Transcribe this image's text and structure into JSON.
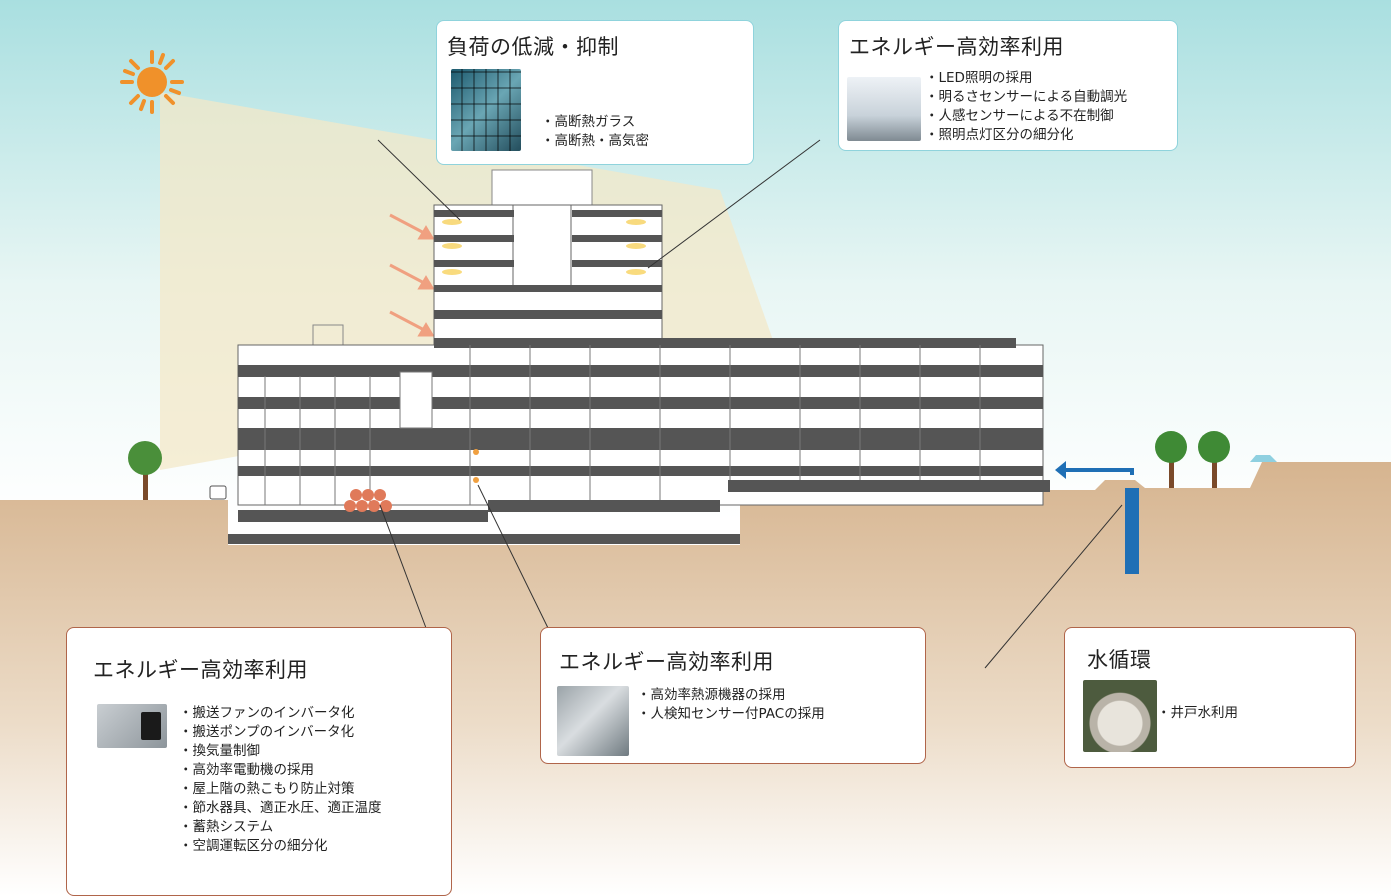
{
  "boxes": {
    "load_reduction": {
      "title": "負荷の低減・抑制",
      "items": [
        "高断熱ガラス",
        "高断熱・高気密"
      ]
    },
    "lighting": {
      "title": "エネルギー高効率利用",
      "items": [
        "LED照明の採用",
        "明るさセンサーによる自動調光",
        "人感センサーによる不在制御",
        "照明点灯区分の細分化"
      ]
    },
    "hvac_pump": {
      "title": "エネルギー高効率利用",
      "items": [
        "搬送ファンのインバータ化",
        "搬送ポンプのインバータ化",
        "換気量制御",
        "高効率電動機の採用",
        "屋上階の熱こもり防止対策",
        "節水器具、適正水圧、適正温度",
        "蓄熱システム",
        "空調運転区分の細分化"
      ]
    },
    "heat_source": {
      "title": "エネルギー高効率利用",
      "items": [
        "高効率熱源機器の採用",
        "人検知センサー付PACの採用"
      ]
    },
    "water": {
      "title": "水循環",
      "items": [
        "井戸水利用"
      ]
    }
  },
  "colors": {
    "sky": "#b9e6e6",
    "ground": "#dcbfa0",
    "slab": "#555555",
    "sun": "#f0912a",
    "arrow": "#f0a080",
    "well_water": "#1f6fb5",
    "box_border_blue": "#8fd3dc",
    "box_border_brown": "#b0654a"
  },
  "icons": [
    "sun-icon",
    "tree-icon",
    "car-icon",
    "water-arrow-icon",
    "heat-arrow-icon"
  ]
}
